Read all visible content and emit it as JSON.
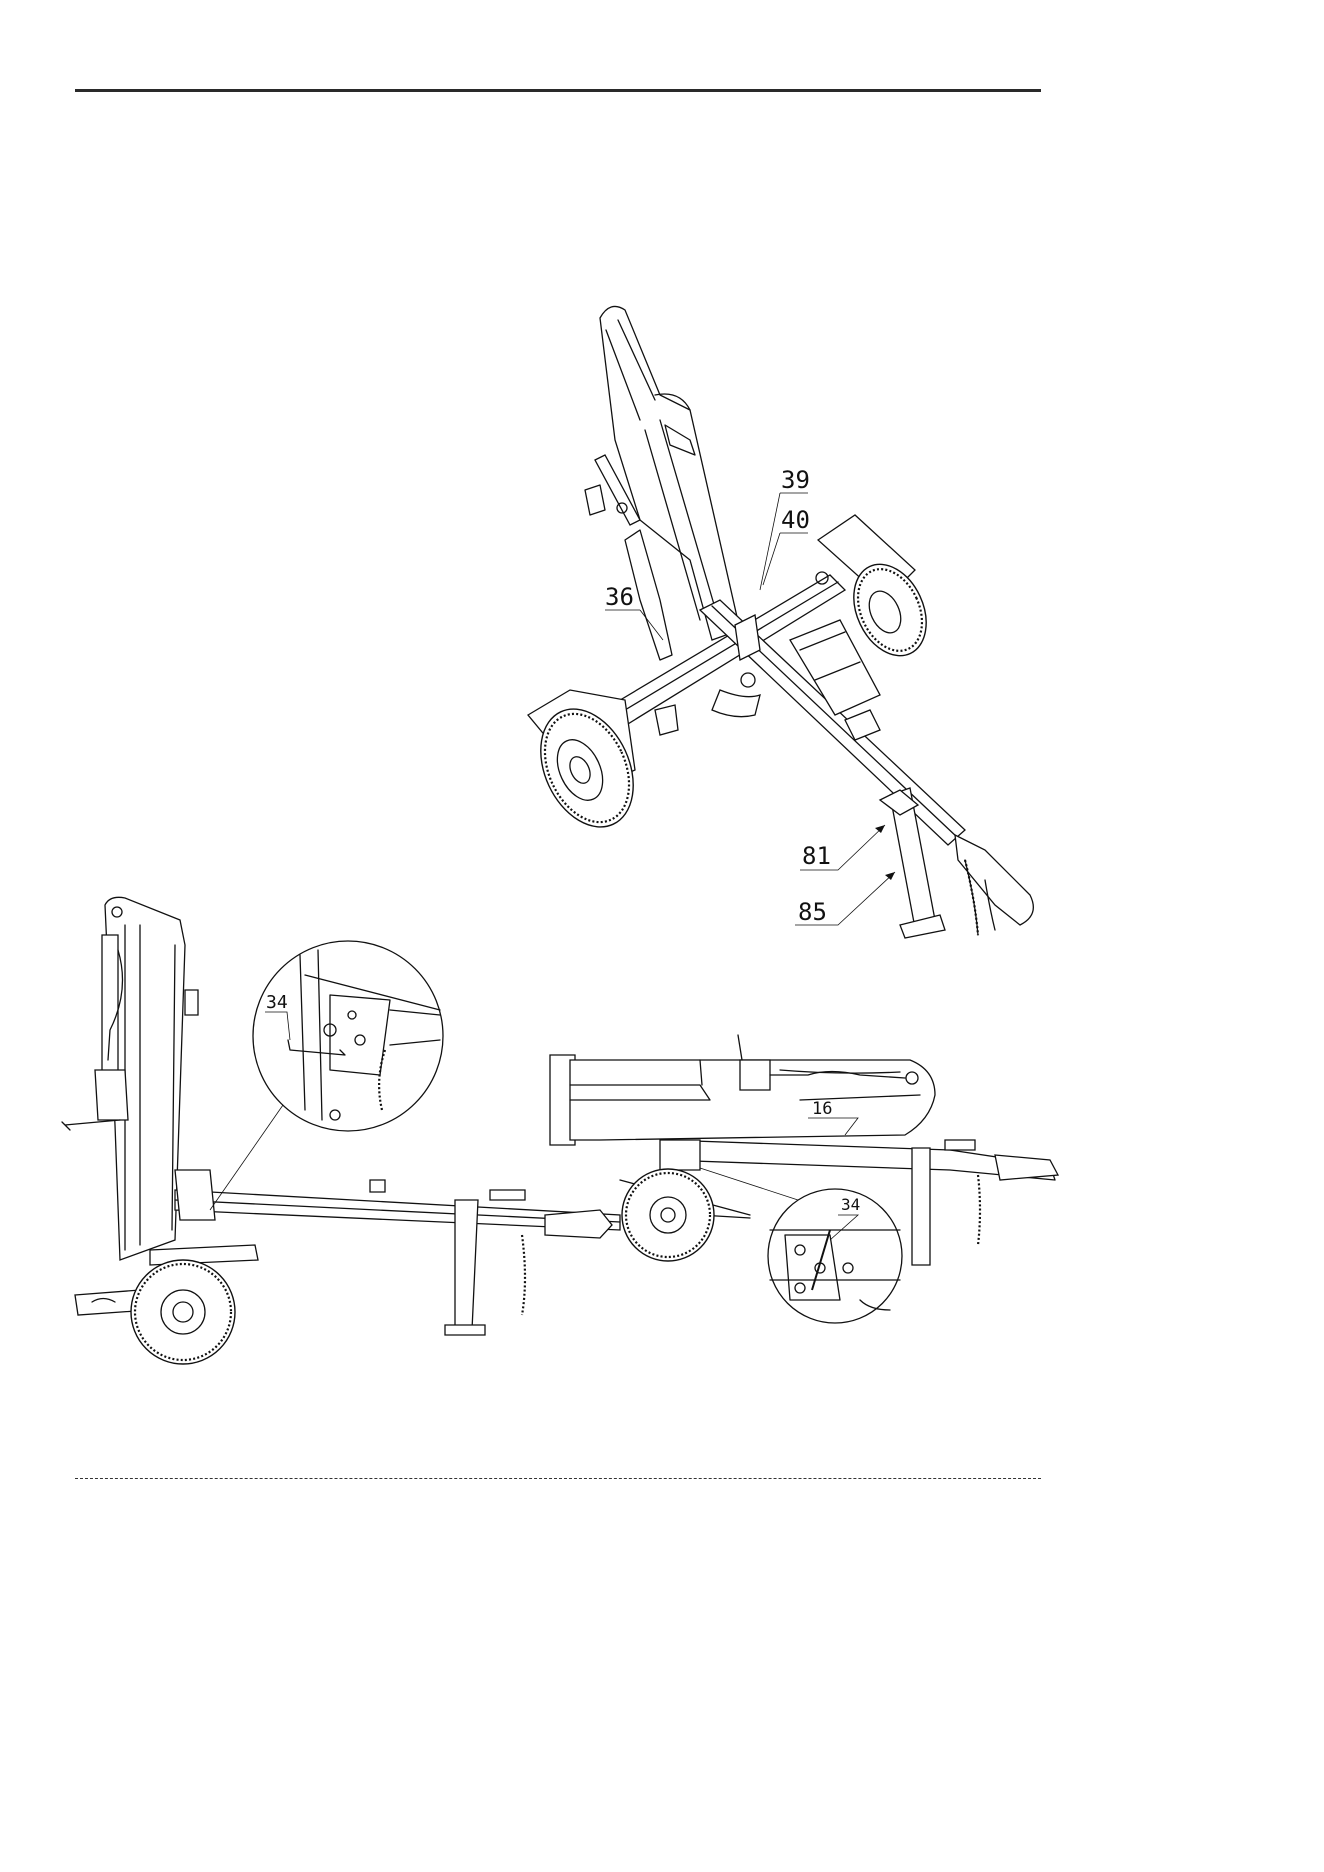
{
  "callouts": {
    "c39": "39",
    "c40": "40",
    "c36": "36",
    "c81": "81",
    "c85": "85",
    "c34_left": "34",
    "c16": "16",
    "c34_right": "34"
  },
  "colors": {
    "line": "#111111",
    "background": "#ffffff",
    "rule": "#2a2a2a"
  }
}
